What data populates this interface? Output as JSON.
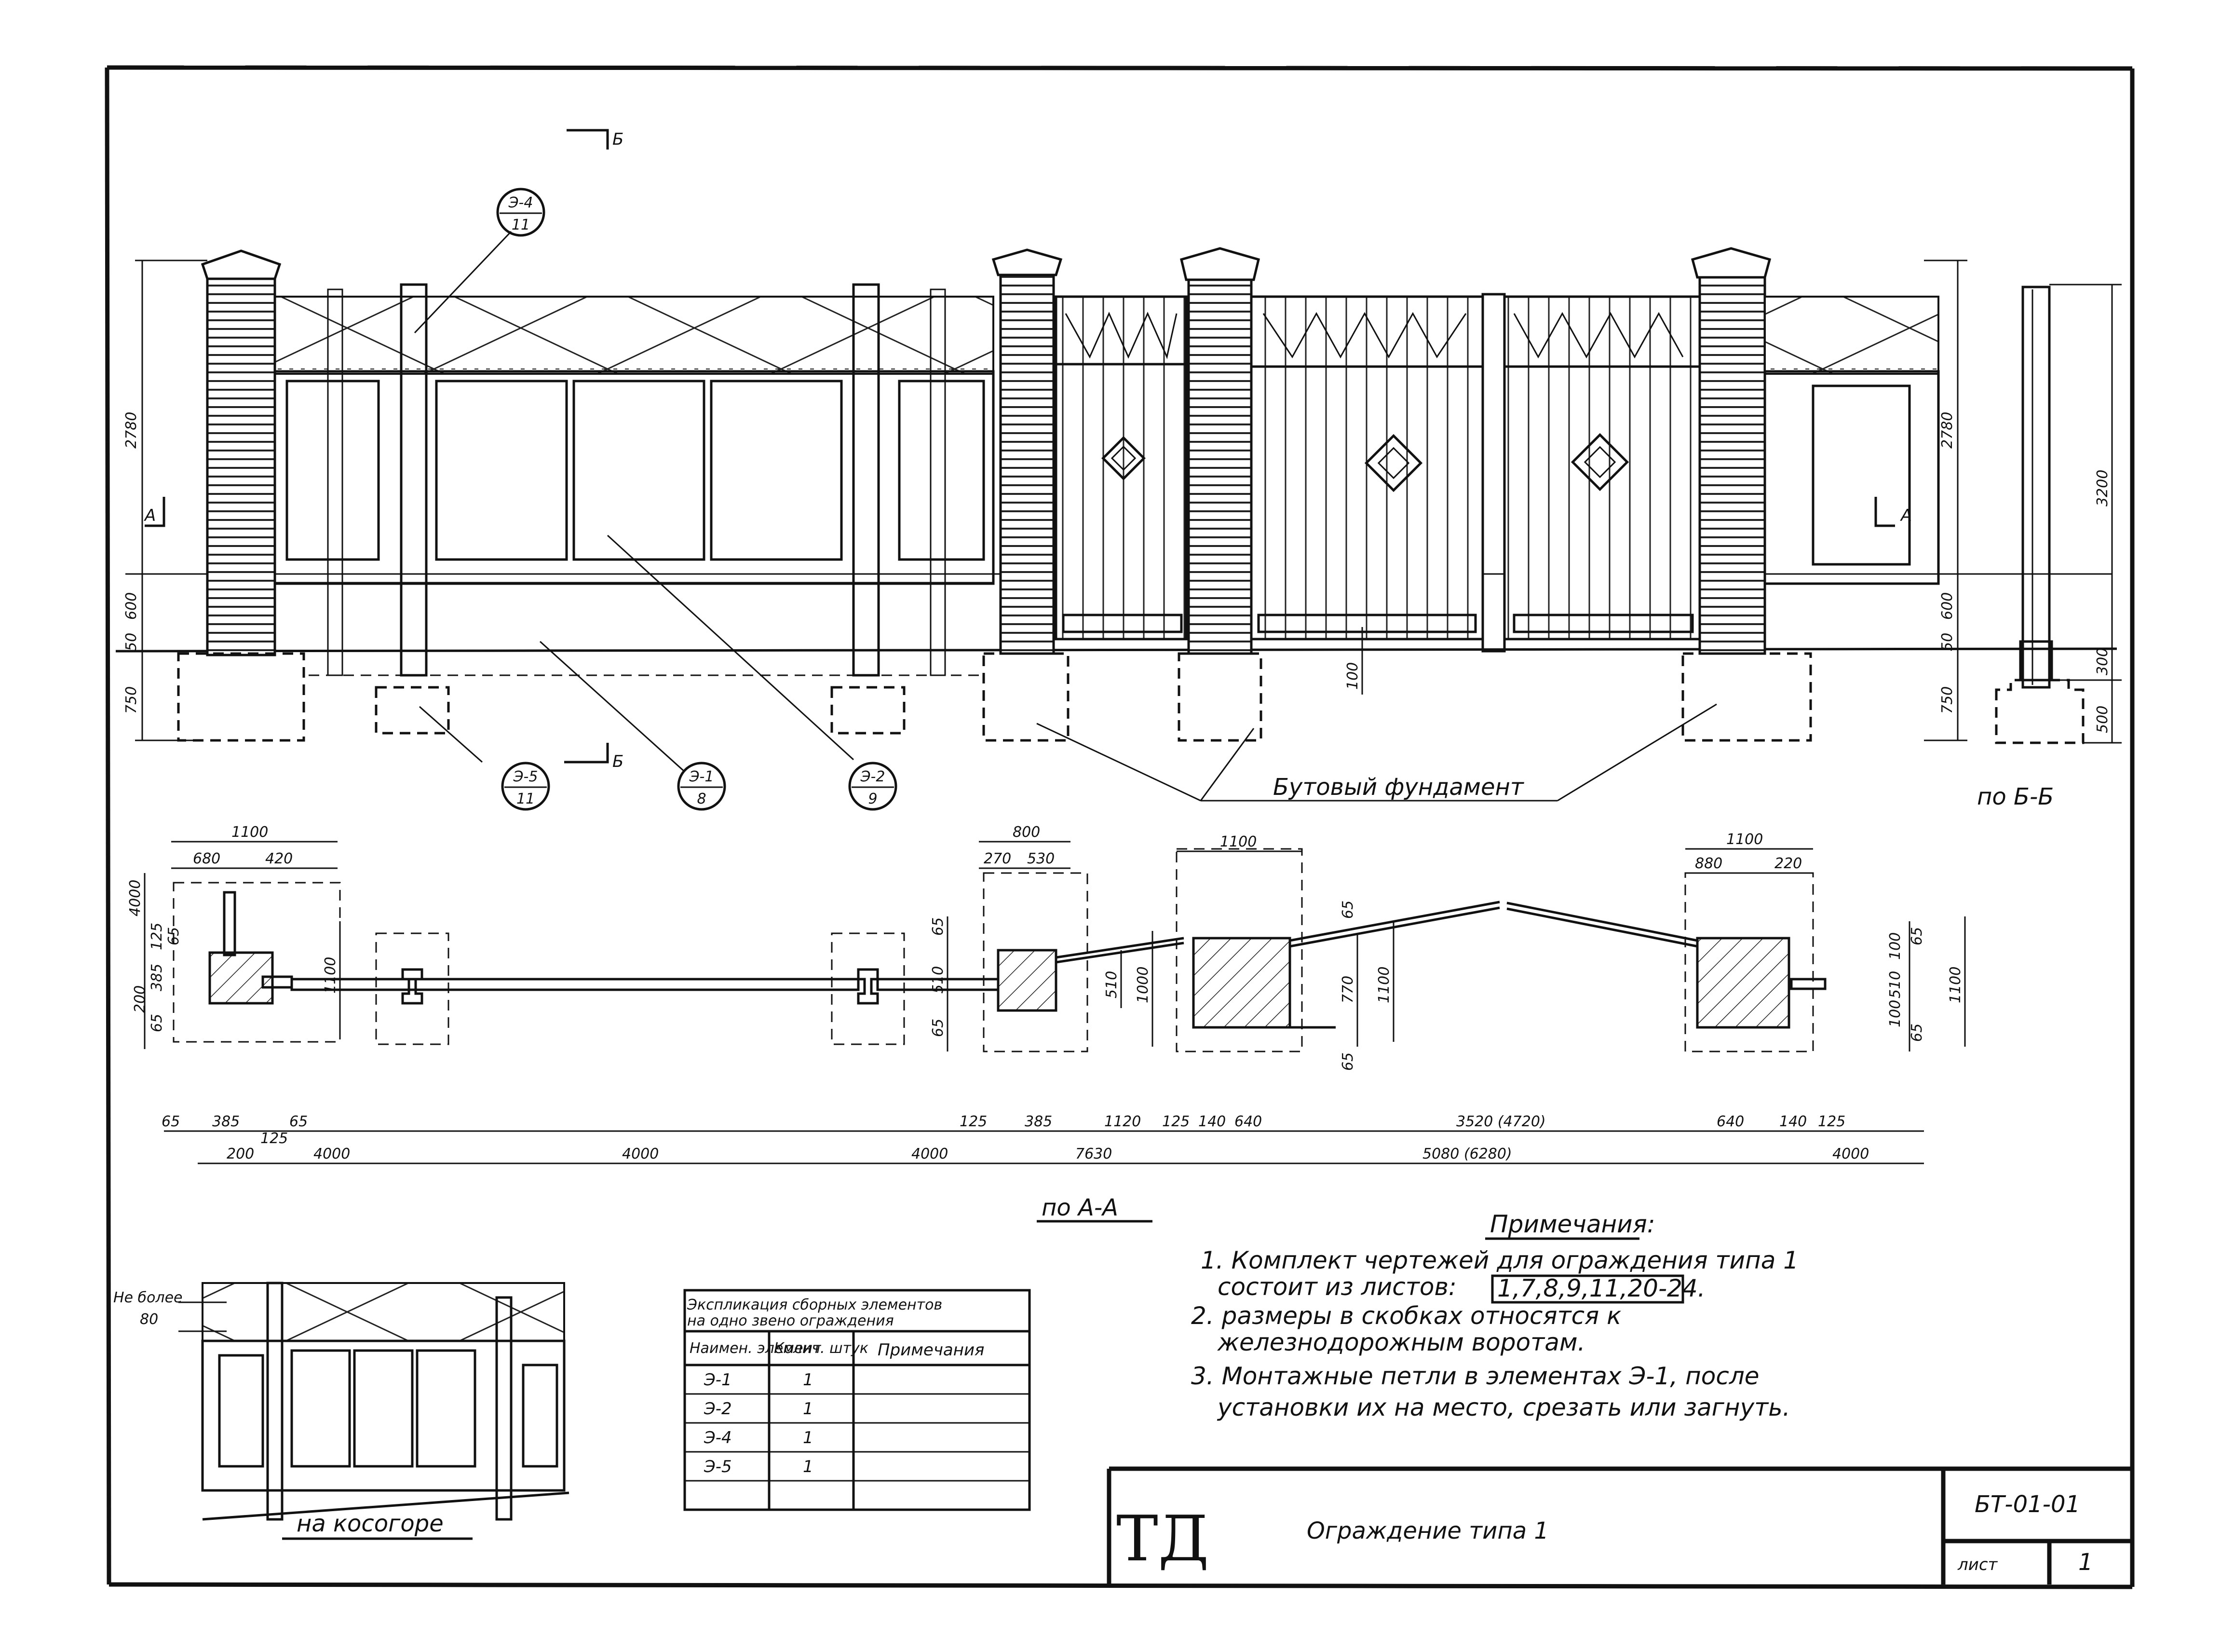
{
  "title_block": {
    "logo": "ТД",
    "title": "Ограждение типа 1",
    "code": "БТ-01-01",
    "sheet_label": "лист",
    "sheet_number": "1"
  },
  "elevation": {
    "section_marks": {
      "b_top": "Б",
      "b_bottom": "Б",
      "a_left": "А",
      "a_right": "А"
    },
    "callouts": [
      {
        "top": "Э-4",
        "bottom": "11"
      },
      {
        "top": "Э-5",
        "bottom": "11"
      },
      {
        "top": "Э-1",
        "bottom": "8"
      },
      {
        "top": "Э-2",
        "bottom": "9"
      }
    ],
    "dims_left": [
      "2780",
      "600",
      "50",
      "750"
    ],
    "dims_right": [
      "2780",
      "600",
      "50",
      "750"
    ],
    "dim_100": "100",
    "foundation_label": "Бутовый фундамент"
  },
  "section_bb": {
    "label": "по Б-Б",
    "dims": [
      "3200",
      "300",
      "500"
    ]
  },
  "plan": {
    "label": "по А-А",
    "dims_top": [
      "1100",
      "680",
      "420",
      "800",
      "270",
      "530",
      "1100",
      "1100",
      "880",
      "220"
    ],
    "dims_left_vertical": [
      "4000",
      "125",
      "65",
      "385",
      "200",
      "65",
      "1100"
    ],
    "dims_mid_vertical": [
      "65",
      "510",
      "65",
      "510",
      "1000",
      "65",
      "770",
      "1100",
      "65"
    ],
    "dims_right_vertical": [
      "100",
      "510",
      "100",
      "65",
      "1100",
      "65"
    ],
    "dims_bottom_1": [
      "65",
      "385",
      "65",
      "125",
      "385",
      "1120",
      "125",
      "140",
      "640",
      "3520 (4720)",
      "640",
      "140",
      "125"
    ],
    "dims_bottom_2": [
      "200",
      "125",
      "4000",
      "4000",
      "4000",
      "7630",
      "5080 (6280)",
      "4000"
    ]
  },
  "slope": {
    "label": "на косогоре",
    "note_line1": "Не более",
    "note_line2": "80"
  },
  "table": {
    "title_line1": "Экспликация сборных элементов",
    "title_line2": "на одно звено ограждения",
    "headers": [
      "Наимен. элемент",
      "Колич. штук",
      "Примечания"
    ],
    "rows": [
      [
        "Э-1",
        "1",
        ""
      ],
      [
        "Э-2",
        "1",
        ""
      ],
      [
        "Э-4",
        "1",
        ""
      ],
      [
        "Э-5",
        "1",
        ""
      ],
      [
        "",
        "",
        ""
      ]
    ]
  },
  "notes": {
    "heading": "Примечания:",
    "lines": [
      "1. Комплект чертежей для ограждения типа 1",
      "состоит из листов:",
      "1,7,8,9,11,20-24.",
      "2. размеры в скобках относятся к",
      "железнодорожным воротам.",
      "3. Монтажные петли в элементах Э-1, после",
      "установки их на место, срезать или загнуть."
    ]
  }
}
